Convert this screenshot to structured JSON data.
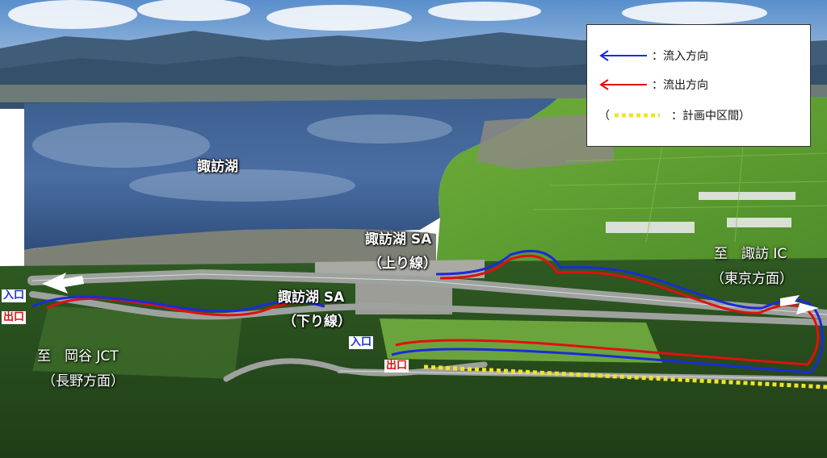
{
  "labels": {
    "lake": "諏訪湖",
    "sa_up_name": "諏訪湖 SA",
    "sa_up_dir": "（上り線）",
    "sa_down_name": "諏訪湖 SA",
    "sa_down_dir": "（下り線）",
    "to_suwa_ic": "至　諏訪 IC",
    "to_suwa_ic_sub": "（東京方面）",
    "to_okaya_jct": "至　岡谷 JCT",
    "to_okaya_jct_sub": "（長野方面）"
  },
  "tags": {
    "left_in": "入口",
    "left_out": "出口",
    "center_in": "入口",
    "center_out": "出口"
  },
  "legend": {
    "inflow": "：流入方向",
    "outflow": "：流出方向",
    "planned_open": "（",
    "planned": "：計画中区間）"
  },
  "colors": {
    "inflow": "#1a2cd8",
    "outflow": "#e01010",
    "planned": "#f2e22a"
  }
}
